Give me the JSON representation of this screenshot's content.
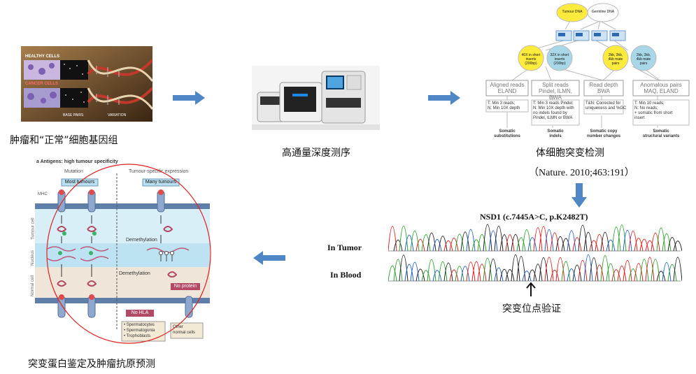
{
  "steps": {
    "step1": {
      "caption": "肿瘤和“正常”细胞基因组",
      "image": {
        "top_label": "HEALTHY CELLS",
        "mid_label": "CANCER CELLS",
        "base_label": "BASE PAIRS",
        "variation_label": "VARIATION"
      }
    },
    "step2": {
      "caption": "高通量深度测序"
    },
    "step3": {
      "caption": "体细胞突变检测",
      "citation": "（Nature. 2010;463:191）"
    },
    "step4": {
      "caption": "突变位点验证"
    },
    "step5": {
      "caption": "突变蛋白鉴定及肿瘤抗原预测"
    }
  },
  "pipeline": {
    "top_nodes": [
      "Tumour DNA",
      "Germline DNA"
    ],
    "inserts": [
      "40X in short inserts (200bp)",
      "32X in short inserts (200bp)",
      "2kb, 3kb, 4kb mate pairs",
      "2kb, 3kb, 4kb mate pairs"
    ],
    "methods": [
      {
        "title": "Aligned reads",
        "sub": "ELAND",
        "criteria": [
          "T: Min 3 reads;",
          "N: Min 10X depth"
        ],
        "result": [
          "Somatic",
          "substitutions"
        ]
      },
      {
        "title": "Split reads",
        "sub": "Pindel, ILMN, BWA",
        "criteria": [
          "T: Min 3 reads Pindel;",
          "N: Min 10X depth with",
          "no indels found by",
          "Pindel, ILMN or BWA"
        ],
        "result": [
          "Somatic",
          "indels"
        ]
      },
      {
        "title": "Read depth",
        "sub": "BWA",
        "criteria": [
          "T&N: Corrected for",
          "uniqueness and %GC"
        ],
        "result": [
          "Somatic copy",
          "number changes"
        ]
      },
      {
        "title": "Anomalous pairs",
        "sub": "MAQ, ELAND",
        "criteria": [
          "T: Min 10 reads;",
          "N: No reads;",
          "+ somatic from short",
          "insert"
        ],
        "result": [
          "Somatic",
          "structural variants"
        ]
      }
    ]
  },
  "validation": {
    "title": "NSD1 (c.7445A>C, p.K2482T)",
    "rows": [
      "In Tumor",
      "In Blood"
    ]
  },
  "antigens": {
    "panel_title": "a  Antigens: high tumour specificity",
    "columns": [
      "Mutation",
      "Tumour-specific expression"
    ],
    "tags": [
      "Most tumours",
      "Many tumours"
    ],
    "mhc_label": "MHC",
    "side_labels": [
      "Tumour cell",
      "Nucleus",
      "Normal cell"
    ],
    "demethylation": [
      "Demethylation",
      "Demethylation"
    ],
    "no_protein": "No protein",
    "no_hla": "No HLA",
    "cell_types": [
      "• Spermatocytes",
      "• Spermatogonia",
      "• Trophoblasts"
    ],
    "other_cells": [
      "Other",
      "normal cells"
    ]
  },
  "colors": {
    "arrow": "#4f86c6",
    "circle": "#e02020",
    "tumour_dna": "#ffeb3b",
    "germline": "#ffffff",
    "insert_blue": "#a8d8e8",
    "insert_yellow": "#ffeb3b",
    "tag_bg": "#b9dff0",
    "no_protein_bg": "#b24a66"
  }
}
